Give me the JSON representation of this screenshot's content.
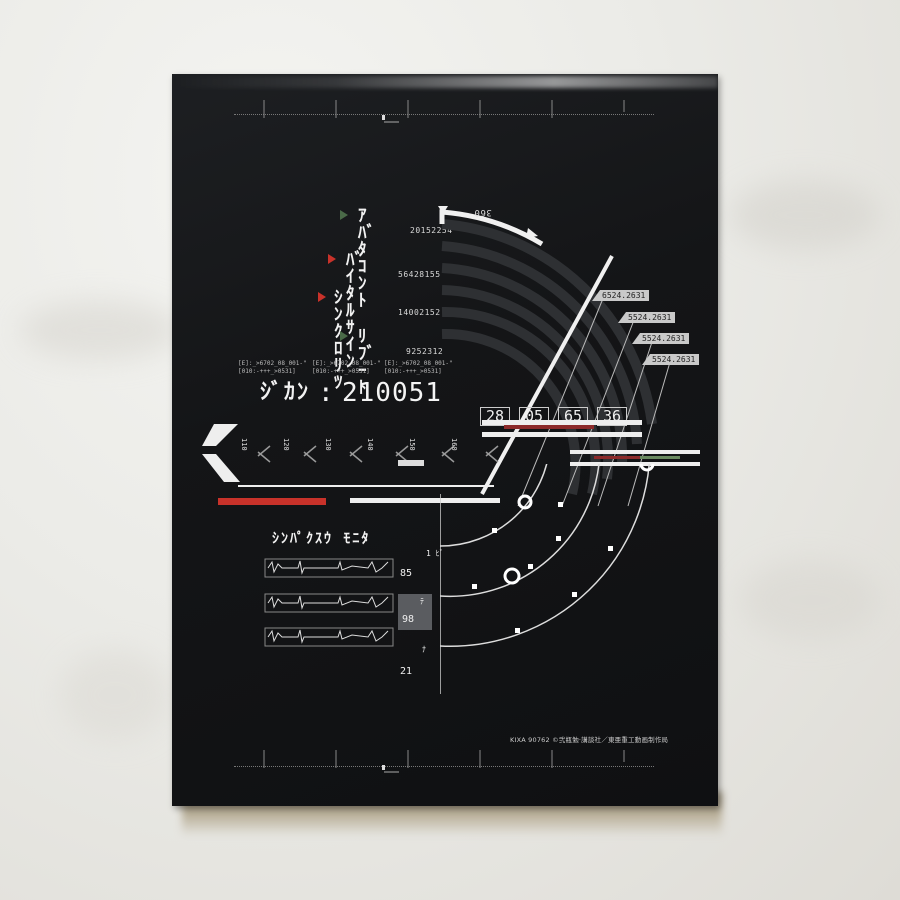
{
  "scene": {
    "description": "Photograph of a black Blu-ray/DVD box set lying on a white crumpled cloth",
    "background_color": "#ebebe7",
    "box_color": "#141517",
    "accent_red": "#c8322a",
    "accent_green": "#4a6a48"
  },
  "box": {
    "status_list": [
      {
        "label": "ｱﾊﾞﾀ ｺﾝﾄ",
        "code": "20152254",
        "marker": "green"
      },
      {
        "label": "ﾊﾞｲﾀﾙｻｲﾝ",
        "code": "56428155",
        "marker": "red"
      },
      {
        "label": "ｼﾝｸﾛﾘﾂ",
        "code": "14002152",
        "marker": "red"
      },
      {
        "label": "ﾘﾌﾞｰﾄ",
        "code": "9252312",
        "marker": "green"
      }
    ],
    "dial_label": "360",
    "code_snippets": [
      "[E]:_>6702_08_001-\"\n[010:-+++_>0531]",
      "[E]:_>6702_08_001-\"\n[010:-+++_>0531]",
      "[E]:_>6702_08_001-\"\n[010:-+++_>0531]"
    ],
    "main_readout": {
      "label": "ｼﾞｶﾝ",
      "separator": ":",
      "value": "210051"
    },
    "coordinate_tags": [
      "6524.2631",
      "5524.2631",
      "5524.2631",
      "5524.2631"
    ],
    "digit_boxes": [
      "28",
      "05",
      "65",
      "36"
    ],
    "scale_ticks": [
      "110",
      "120",
      "130",
      "140",
      "150",
      "160"
    ],
    "vitals": {
      "title": "ｼﾝﾊﾟｸｽｳ ﾓﾆﾀ",
      "top_label": "1 ﾋﾞ",
      "readings": [
        {
          "value": "85",
          "highlighted": false
        },
        {
          "value": "98",
          "highlighted": true,
          "tag": "ﾃ"
        },
        {
          "value": "21",
          "highlighted": false,
          "tag": "ﾅ"
        }
      ]
    },
    "copyright": "KIXA 90762   ©弐瓶勉·講談社／東亜重工動画制作局"
  }
}
